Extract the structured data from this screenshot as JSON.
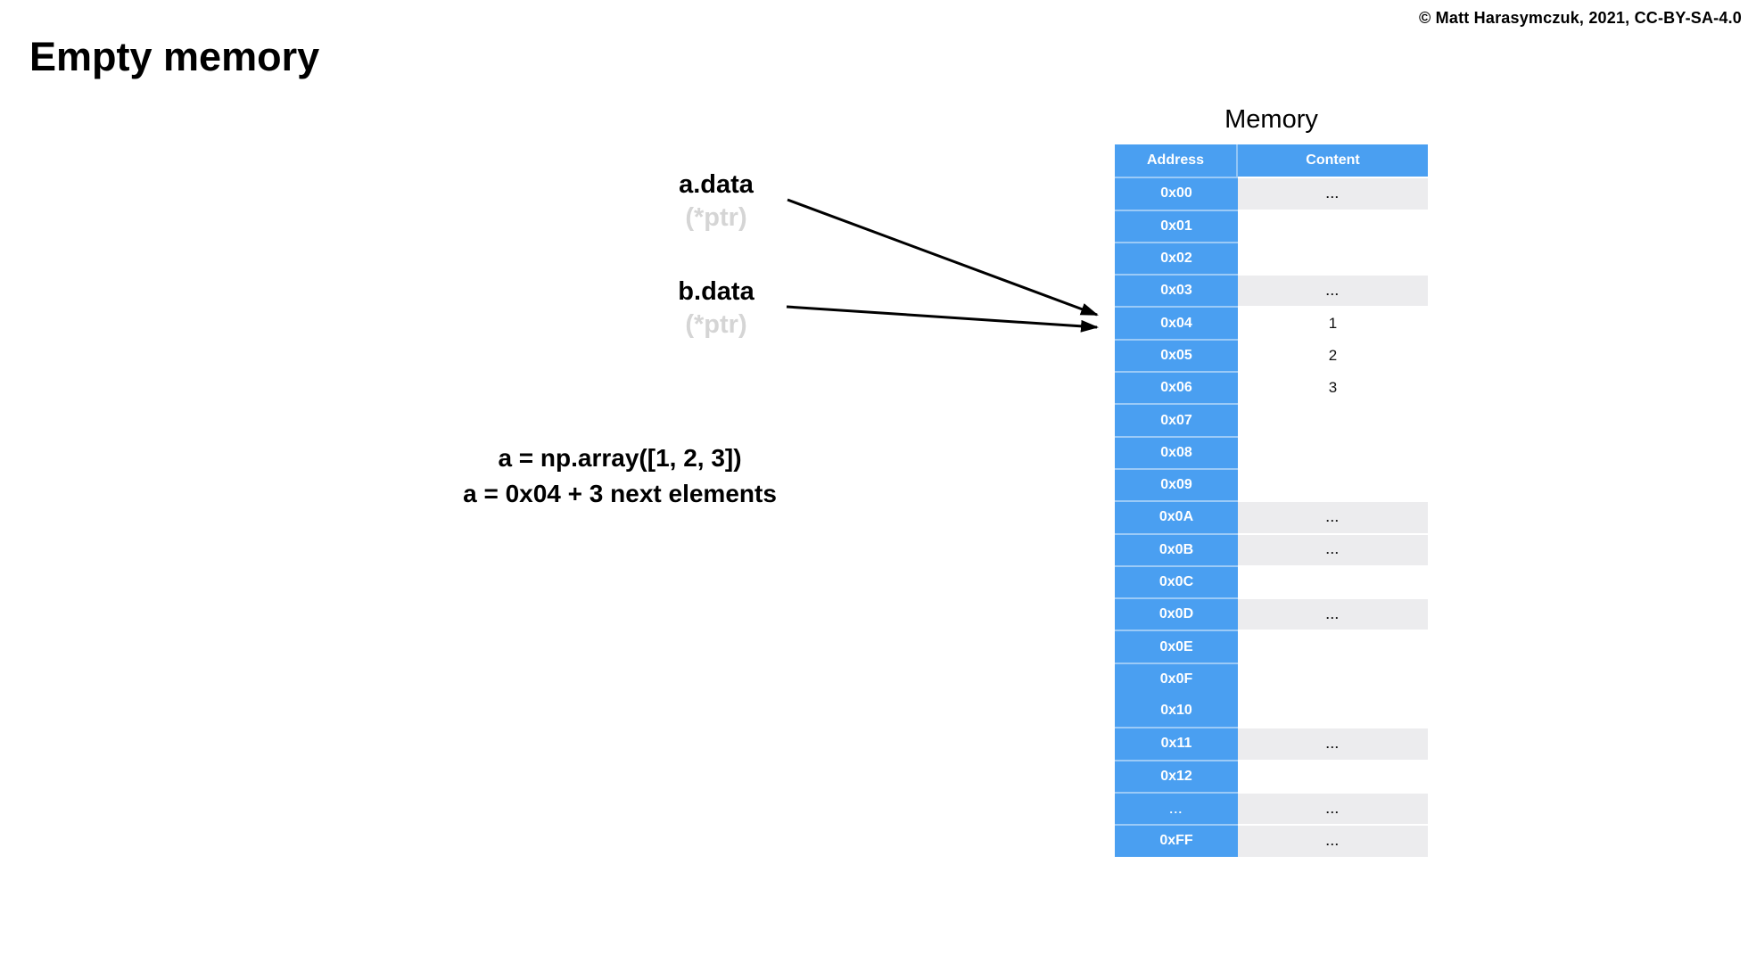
{
  "slide": {
    "title": "Empty memory",
    "copyright": "© Matt Harasymczuk, 2021, CC-BY-SA-4.0"
  },
  "pointers": {
    "a": {
      "label": "a.data",
      "sub": "(*ptr)"
    },
    "b": {
      "label": "b.data",
      "sub": "(*ptr)"
    }
  },
  "annotation": {
    "line1": "a = np.array([1, 2, 3])",
    "line2": "a = 0x04 + 3 next elements"
  },
  "memory": {
    "title": "Memory",
    "columns": {
      "address": "Address",
      "content": "Content"
    },
    "rows": [
      {
        "address": "0x00",
        "content": "...",
        "shaded": true
      },
      {
        "address": "0x01",
        "content": "",
        "shaded": false
      },
      {
        "address": "0x02",
        "content": "",
        "shaded": false
      },
      {
        "address": "0x03",
        "content": "...",
        "shaded": true
      },
      {
        "address": "0x04",
        "content": "1",
        "shaded": false
      },
      {
        "address": "0x05",
        "content": "2",
        "shaded": false
      },
      {
        "address": "0x06",
        "content": "3",
        "shaded": false
      },
      {
        "address": "0x07",
        "content": "",
        "shaded": false
      },
      {
        "address": "0x08",
        "content": "",
        "shaded": false
      },
      {
        "address": "0x09",
        "content": "",
        "shaded": false
      },
      {
        "address": "0x0A",
        "content": "...",
        "shaded": true
      },
      {
        "address": "0x0B",
        "content": "...",
        "shaded": true
      },
      {
        "address": "0x0C",
        "content": "",
        "shaded": false
      },
      {
        "address": "0x0D",
        "content": "...",
        "shaded": true
      },
      {
        "address": "0x0E",
        "content": "",
        "shaded": false
      },
      {
        "address": "0x0F",
        "content": "",
        "shaded": false
      },
      {
        "address": "0x10",
        "content": "",
        "shaded": false,
        "divider": false
      },
      {
        "address": "0x11",
        "content": "...",
        "shaded": true
      },
      {
        "address": "0x12",
        "content": "",
        "shaded": false
      },
      {
        "address": "...",
        "content": "...",
        "shaded": true
      },
      {
        "address": "0xFF",
        "content": "...",
        "shaded": true
      }
    ]
  },
  "colors": {
    "table_blue": "#4A9FF1",
    "shaded_gray": "#ECECEE",
    "ptr_gray": "#D5D5D5"
  }
}
